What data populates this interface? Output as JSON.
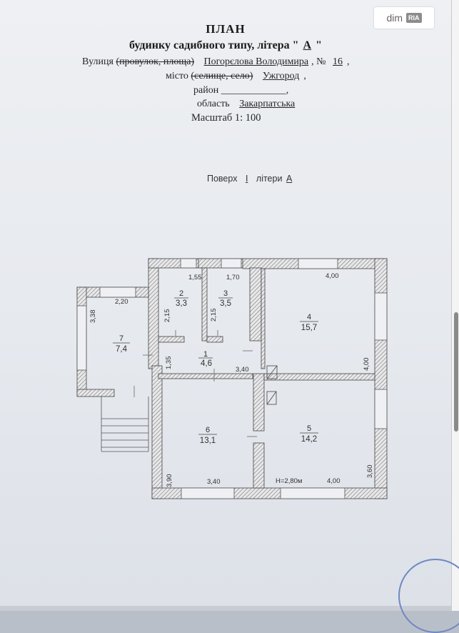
{
  "watermark": {
    "brand": "dim",
    "badge": "RIA"
  },
  "header": {
    "title": "ПЛАН",
    "subtitle_prefix": "будинку садибного типу, літера \"",
    "letter": "А",
    "subtitle_suffix": "\"",
    "street_label": "Вулиця",
    "street_struck": "(провулок, площа)",
    "street_value": "Погорєлова Володимира",
    "number_label": "№",
    "number_value": "16",
    "city_label": "місто",
    "city_struck": "(селище, село)",
    "city_value": "Ужгород",
    "district_label": "район",
    "district_value": "_____________",
    "region_label": "область",
    "region_value": "Закарпатська",
    "scale": "Масштаб 1: 100"
  },
  "floor": {
    "label": "Поверх",
    "value": "I",
    "letter_label": "літери",
    "letter_value": "А"
  },
  "rooms": [
    {
      "id": "1",
      "area": "4,6"
    },
    {
      "id": "2",
      "area": "3,3"
    },
    {
      "id": "3",
      "area": "3,5"
    },
    {
      "id": "4",
      "area": "15,7"
    },
    {
      "id": "5",
      "area": "14,2"
    },
    {
      "id": "6",
      "area": "13,1"
    },
    {
      "id": "7",
      "area": "7,4"
    }
  ],
  "dimensions": {
    "room2_width": "1,55",
    "room3_width": "1,70",
    "room4_width": "4,00",
    "room7_width": "2,20",
    "room7_height": "3,38",
    "room2_height": "2,15",
    "room3_height": "2,15",
    "corridor_height": "1,35",
    "corridor_width": "3,40",
    "room4_height": "4,00",
    "room6_height": "3,90",
    "room6_width": "3,40",
    "ceiling_height": "H=2,80м",
    "room5_width": "4,00",
    "room5_height": "3,60"
  }
}
